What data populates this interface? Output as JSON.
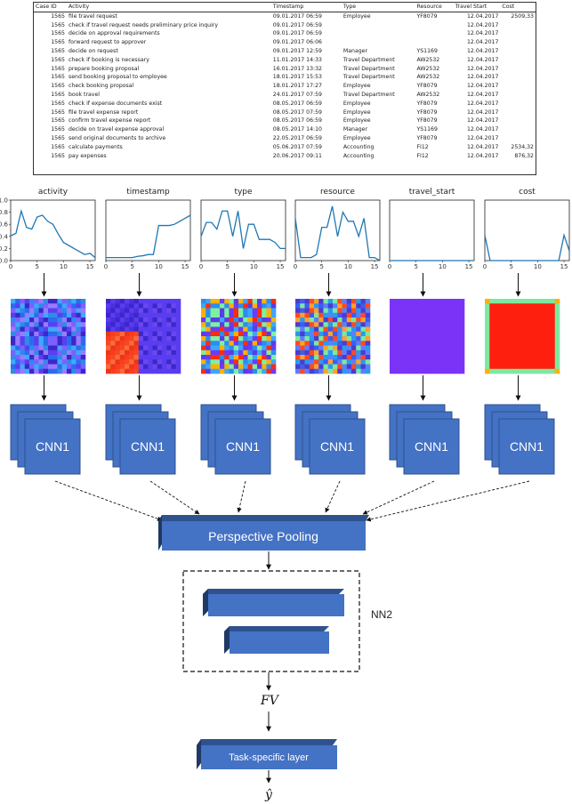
{
  "table": {
    "headers": [
      "Case ID",
      "Activity",
      "Timestamp",
      "Type",
      "Resource",
      "Travel Start",
      "Cost"
    ],
    "rows": [
      [
        "1565",
        "file travel request",
        "09.01.2017 06:59",
        "Employee",
        "YF8079",
        "12.04.2017",
        "2509,33"
      ],
      [
        "1565",
        "check if travel request needs preliminary price inquiry",
        "09.01.2017 06:59",
        "",
        "",
        "12.04.2017",
        ""
      ],
      [
        "1565",
        "decide on approval requirements",
        "09.01.2017 06:59",
        "",
        "",
        "12.04.2017",
        ""
      ],
      [
        "1565",
        "forward request to approver",
        "09.01.2017 06:06",
        "",
        "",
        "12.04.2017",
        ""
      ],
      [
        "1565",
        "decide on request",
        "09.01.2017 12:59",
        "Manager",
        "YS1169",
        "12.04.2017",
        ""
      ],
      [
        "1565",
        "check if booking is necessary",
        "11.01.2017 14:33",
        "Travel Department",
        "AW2532",
        "12.04.2017",
        ""
      ],
      [
        "1565",
        "prepare booking proposal",
        "16.01.2017 13:32",
        "Travel Department",
        "AW2532",
        "12.04.2017",
        ""
      ],
      [
        "1565",
        "send booking proposal to employee",
        "18.01.2017 15:53",
        "Travel Department",
        "AW2532",
        "12.04.2017",
        ""
      ],
      [
        "1565",
        "check booking proposal",
        "18.01.2017 17:27",
        "Employee",
        "YF8079",
        "12.04.2017",
        ""
      ],
      [
        "1565",
        "book travel",
        "24.01.2017 07:59",
        "Travel Department",
        "AW2532",
        "12.04.2017",
        ""
      ],
      [
        "1565",
        "check if expense documents exist",
        "08.05.2017 06:59",
        "Employee",
        "YF8079",
        "12.04.2017",
        ""
      ],
      [
        "1565",
        "file travel expense report",
        "08.05.2017 07:59",
        "Employee",
        "YF8079",
        "12.04.2017",
        ""
      ],
      [
        "1565",
        "confirm travel expense report",
        "08.05.2017 06:59",
        "Employee",
        "YF8079",
        "12.04.2017",
        ""
      ],
      [
        "1565",
        "decide on travel expense approval",
        "08.05.2017 14:10",
        "Manager",
        "YS1169",
        "12.04.2017",
        ""
      ],
      [
        "1565",
        "send original documents to archive",
        "22.05.2017 06:59",
        "Employee",
        "YF8079",
        "12.04.2017",
        ""
      ],
      [
        "1565",
        "calculate payments",
        "05.06.2017 07:59",
        "Accounting",
        "FI12",
        "12.04.2017",
        "2534,32"
      ],
      [
        "1565",
        "pay expenses",
        "20.06.2017 09:11",
        "Accounting",
        "FI12",
        "12.04.2017",
        "876,32"
      ]
    ]
  },
  "chart_data": [
    {
      "type": "line",
      "title": "activity",
      "x": [
        0,
        1,
        2,
        3,
        4,
        5,
        6,
        7,
        8,
        9,
        10,
        11,
        12,
        13,
        14,
        15,
        16
      ],
      "values": [
        0.41,
        0.45,
        0.82,
        0.55,
        0.52,
        0.72,
        0.75,
        0.65,
        0.6,
        0.44,
        0.3,
        0.25,
        0.2,
        0.15,
        0.1,
        0.12,
        0.05
      ],
      "xlim": [
        0,
        16
      ],
      "ylim": [
        0,
        1.0
      ],
      "yticks": [
        "0.0",
        "0.2",
        "0.4",
        "0.6",
        "0.8",
        "1.0"
      ],
      "xticks": [
        "0",
        "5",
        "10",
        "15"
      ]
    },
    {
      "type": "line",
      "title": "timestamp",
      "x": [
        0,
        1,
        2,
        3,
        4,
        5,
        6,
        7,
        8,
        9,
        10,
        11,
        12,
        13,
        14,
        15,
        16
      ],
      "values": [
        0.05,
        0.05,
        0.05,
        0.05,
        0.05,
        0.05,
        0.07,
        0.08,
        0.1,
        0.1,
        0.58,
        0.58,
        0.58,
        0.6,
        0.65,
        0.7,
        0.75
      ],
      "xlim": [
        0,
        16
      ],
      "ylim": [
        0,
        1.0
      ],
      "xticks": [
        "0",
        "5",
        "10",
        "15"
      ]
    },
    {
      "type": "line",
      "title": "type",
      "x": [
        0,
        1,
        2,
        3,
        4,
        5,
        6,
        7,
        8,
        9,
        10,
        11,
        12,
        13,
        14,
        15,
        16
      ],
      "values": [
        0.4,
        0.63,
        0.63,
        0.52,
        0.82,
        0.82,
        0.4,
        0.82,
        0.2,
        0.6,
        0.6,
        0.35,
        0.35,
        0.35,
        0.3,
        0.2,
        0.2
      ],
      "xlim": [
        0,
        16
      ],
      "ylim": [
        0,
        1.0
      ],
      "xticks": [
        "0",
        "5",
        "10",
        "15"
      ]
    },
    {
      "type": "line",
      "title": "resource",
      "x": [
        0,
        1,
        2,
        3,
        4,
        5,
        6,
        7,
        8,
        9,
        10,
        11,
        12,
        13,
        14,
        15,
        16
      ],
      "values": [
        0.7,
        0.05,
        0.05,
        0.05,
        0.1,
        0.55,
        0.55,
        0.9,
        0.4,
        0.8,
        0.65,
        0.65,
        0.4,
        0.7,
        0.05,
        0.05,
        0.0
      ],
      "xlim": [
        0,
        16
      ],
      "ylim": [
        0,
        1.0
      ],
      "xticks": [
        "0",
        "5",
        "10",
        "15"
      ]
    },
    {
      "type": "line",
      "title": "travel_start",
      "x": [
        0,
        16
      ],
      "values": [
        0,
        0
      ],
      "xlim": [
        0,
        16
      ],
      "ylim": [
        0,
        1.0
      ],
      "xticks": [
        "0",
        "5",
        "10",
        "15"
      ]
    },
    {
      "type": "line",
      "title": "cost",
      "x": [
        0,
        1,
        2,
        3,
        4,
        5,
        6,
        7,
        8,
        9,
        10,
        11,
        12,
        13,
        14,
        15,
        16
      ],
      "values": [
        0.42,
        0.0,
        0.0,
        0.0,
        0.0,
        0.0,
        0.0,
        0.0,
        0.0,
        0.0,
        0.0,
        0.0,
        0.0,
        0.0,
        0.0,
        0.42,
        0.16
      ],
      "xlim": [
        0,
        16
      ],
      "ylim": [
        0,
        1.0
      ],
      "xticks": [
        "0",
        "5",
        "10",
        "15"
      ]
    }
  ],
  "diagram": {
    "cnn_label": "CNN1",
    "pooling_label": "Perspective Pooling",
    "nn2_label": "NN2",
    "fv_label": "FV",
    "task_label": "Task-specific layer",
    "output_label": "ŷ",
    "colors": {
      "block_fill": "#4472c4",
      "block_dark": "#2f528f",
      "line": "#1f77b4"
    }
  }
}
